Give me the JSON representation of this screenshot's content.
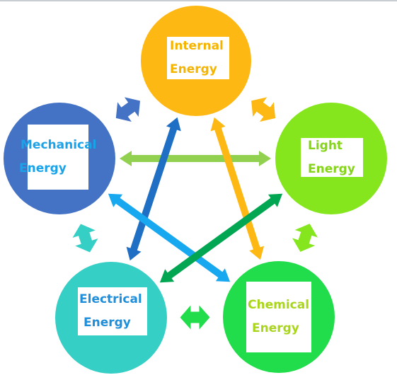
{
  "nodes": [
    {
      "id": "internal",
      "lines": [
        "Internal",
        "Energy"
      ],
      "circle_color": "#FDB813",
      "text_color": "#F5B400"
    },
    {
      "id": "light",
      "lines": [
        "Light",
        "Energy"
      ],
      "circle_color": "#86E61E",
      "text_color": "#86D41A"
    },
    {
      "id": "chemical",
      "lines": [
        "Chemical",
        "Energy"
      ],
      "circle_color": "#22DD4B",
      "text_color": "#A9D61A"
    },
    {
      "id": "electrical",
      "lines": [
        "Electrical",
        "Energy"
      ],
      "circle_color": "#35CFC6",
      "text_color": "#1F8FDB"
    },
    {
      "id": "mechanical",
      "lines": [
        "Mechanical",
        "Energy"
      ],
      "circle_color": "#4472C4",
      "text_color": "#1AA3E8"
    }
  ],
  "connections": [
    {
      "from": "mechanical",
      "to": "light",
      "color": "#92D050",
      "kind": "double-arrow"
    },
    {
      "from": "internal",
      "to": "electrical",
      "color": "#1F6FC5",
      "kind": "double-arrow"
    },
    {
      "from": "internal",
      "to": "chemical",
      "color": "#FDB813",
      "kind": "double-arrow"
    },
    {
      "from": "mechanical",
      "to": "chemical",
      "color": "#18A8F0",
      "kind": "double-arrow"
    },
    {
      "from": "light",
      "to": "electrical",
      "color": "#00A651",
      "kind": "double-arrow"
    },
    {
      "from": "internal",
      "to": "mechanical",
      "color": "#4472C4",
      "kind": "block-arrow"
    },
    {
      "from": "internal",
      "to": "light",
      "color": "#FDB813",
      "kind": "block-arrow"
    },
    {
      "from": "light",
      "to": "chemical",
      "color": "#86E61E",
      "kind": "block-arrow"
    },
    {
      "from": "chemical",
      "to": "electrical",
      "color": "#22DD4B",
      "kind": "block-arrow"
    },
    {
      "from": "electrical",
      "to": "mechanical",
      "color": "#35CFC6",
      "kind": "block-arrow"
    }
  ]
}
